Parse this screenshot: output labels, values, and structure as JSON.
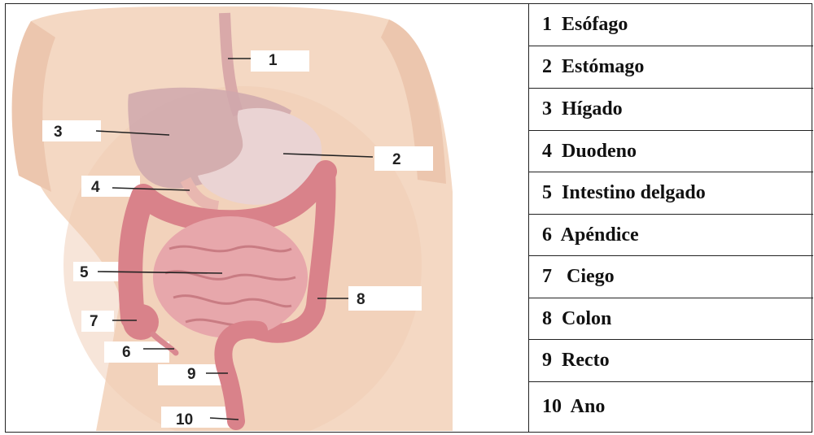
{
  "diagram": {
    "callouts": [
      "1",
      "2",
      "3",
      "4",
      "5",
      "6",
      "7",
      "8",
      "9",
      "10"
    ]
  },
  "legend": {
    "items": [
      "1  Esófago",
      "2  Estómago",
      "3  Hígado",
      "4  Duodeno",
      "5  Intestino delgado",
      "6  Apéndice",
      "7   Ciego",
      "8  Colon",
      "9  Recto",
      "10  Ano"
    ]
  },
  "colors": {
    "skin": "#f4d8c3",
    "skin_shadow": "#e8bfa6",
    "liver": "#cfa8ad",
    "stomach": "#e8cfcf",
    "intestine": "#e39a9e",
    "colon": "#d9828a",
    "line": "#222222",
    "border": "#222222"
  }
}
